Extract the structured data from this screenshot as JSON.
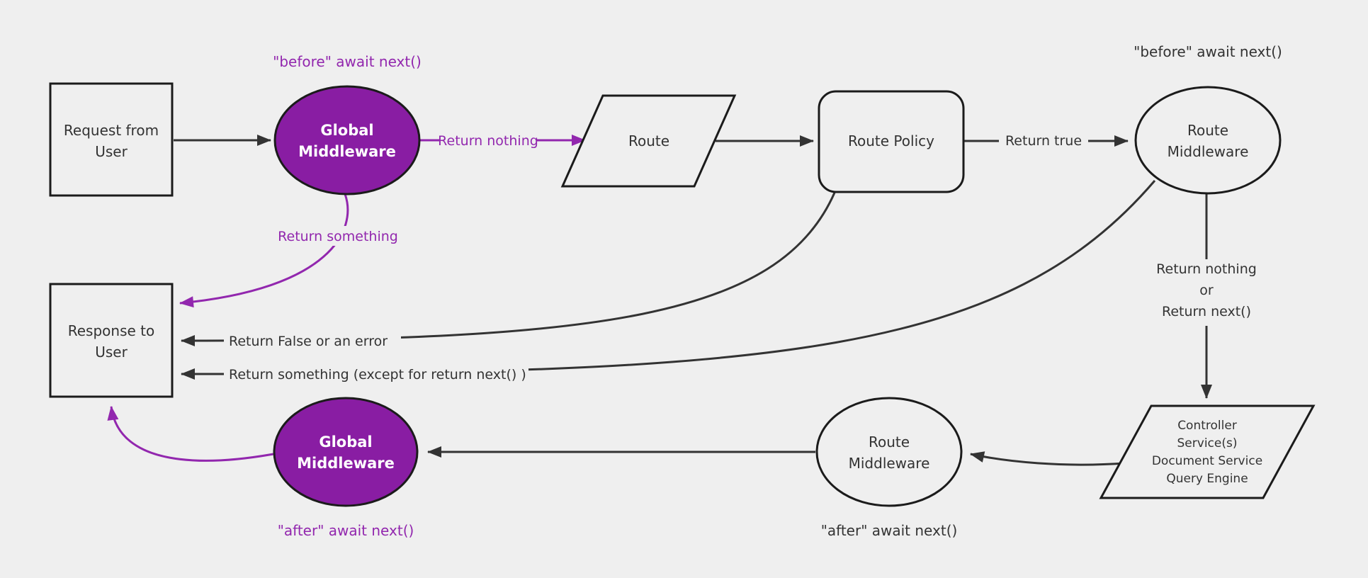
{
  "diagram": {
    "type": "flowchart",
    "description": "Middleware request/response flow diagram",
    "colors": {
      "background": "#efefef",
      "node_fill": "#efefef",
      "node_border": "#1b1b1b",
      "purple_fill": "#891da3",
      "purple_accent": "#9227ae",
      "edge_color": "#333333",
      "text_color": "#333333",
      "node_text_light": "#ffffff"
    },
    "nodes": {
      "request": {
        "shape": "rectangle",
        "line1": "Request from",
        "line2": "User"
      },
      "global_middleware_before": {
        "shape": "ellipse",
        "line1": "Global",
        "line2": "Middleware"
      },
      "route": {
        "shape": "parallelogram",
        "label": "Route"
      },
      "route_policy": {
        "shape": "rounded-rectangle",
        "label": "Route Policy"
      },
      "route_middleware_before": {
        "shape": "ellipse",
        "line1": "Route",
        "line2": "Middleware"
      },
      "controller": {
        "shape": "parallelogram",
        "line1": "Controller",
        "line2": "Service(s)",
        "line3": "Document Service",
        "line4": "Query Engine"
      },
      "route_middleware_after": {
        "shape": "ellipse",
        "line1": "Route",
        "line2": "Middleware"
      },
      "global_middleware_after": {
        "shape": "ellipse",
        "line1": "Global",
        "line2": "Middleware"
      },
      "response": {
        "shape": "rectangle",
        "line1": "Response to",
        "line2": "User"
      }
    },
    "edge_labels": {
      "before_await_global": "\"before\" await next()",
      "return_nothing_top": "Return nothing",
      "return_true": "Return true",
      "before_await_route": "\"before\" await next()",
      "return_nothing_or": {
        "line1": "Return nothing",
        "line2": "or",
        "line3": "Return next()"
      },
      "return_false_or_error": "Return False or an error",
      "return_something_except": "Return something (except for return next() )",
      "return_something": "Return something",
      "after_await_route": "\"after\" await next()",
      "after_await_global": "\"after\" await next()"
    }
  }
}
